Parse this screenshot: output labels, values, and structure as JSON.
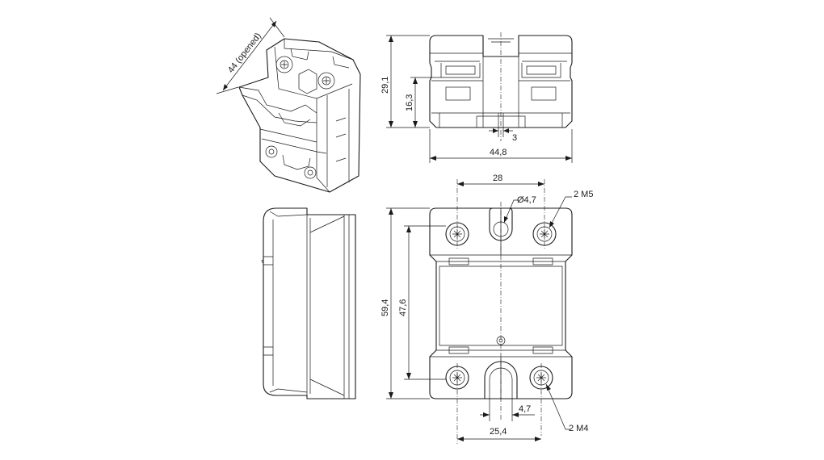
{
  "dimensions": {
    "opened_width": "44 (opened)",
    "top_height": "29,1",
    "terminal_height": "16,3",
    "gap_width": "3",
    "overall_width": "44,8",
    "hole_spacing": "28",
    "hole_diameter": "Ø4,7",
    "screw_top": "2 M5",
    "overall_height": "59,4",
    "inner_height": "47,6",
    "slot_width": "4,7",
    "screw_spacing_bottom": "25,4",
    "screw_bottom": "2 M4"
  }
}
